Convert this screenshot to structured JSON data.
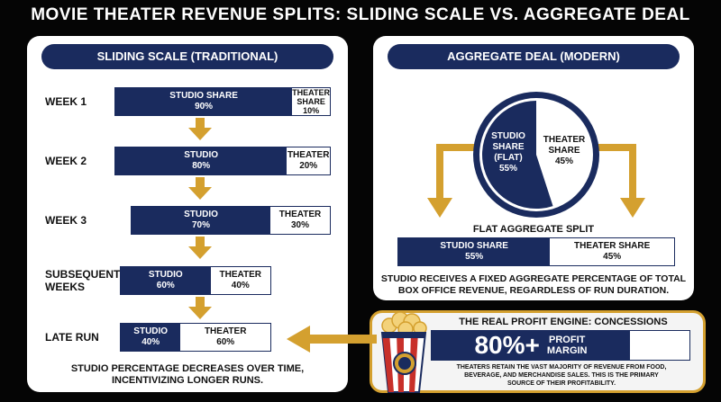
{
  "title": "MOVIE THEATER REVENUE SPLITS: SLIDING SCALE VS. AGGREGATE DEAL",
  "left": {
    "header": "SLIDING SCALE (TRADITIONAL)",
    "rows": [
      {
        "label": "WEEK 1",
        "studio_label": "STUDIO SHARE",
        "studio_pct": "90%",
        "theater_label": "THEATER SHARE",
        "theater_pct": "10%",
        "studio_share": 0.9
      },
      {
        "label": "WEEK 2",
        "studio_label": "STUDIO",
        "studio_pct": "80%",
        "theater_label": "THEATER",
        "theater_pct": "20%",
        "studio_share": 0.8
      },
      {
        "label": "WEEK 3",
        "studio_label": "STUDIO",
        "studio_pct": "70%",
        "theater_label": "THEATER",
        "theater_pct": "30%",
        "studio_share": 0.7
      },
      {
        "label": "SUBSEQUENT WEEKS",
        "studio_label": "STUDIO",
        "studio_pct": "60%",
        "theater_label": "THEATER",
        "theater_pct": "40%",
        "studio_share": 0.6
      },
      {
        "label": "LATE RUN",
        "studio_label": "STUDIO",
        "studio_pct": "40%",
        "theater_label": "THEATER",
        "theater_pct": "60%",
        "studio_share": 0.4
      }
    ],
    "caption_1": "STUDIO PERCENTAGE DECREASES OVER TIME,",
    "caption_2": "INCENTIVIZING LONGER RUNS."
  },
  "right": {
    "header": "AGGREGATE DEAL (MODERN)",
    "pie": {
      "studio_line1": "STUDIO",
      "studio_line2": "SHARE",
      "studio_line3": "(FLAT)",
      "studio_pct": "55%",
      "theater_line1": "THEATER",
      "theater_line2": "SHARE",
      "theater_pct": "45%",
      "studio_share": 0.55
    },
    "flat_title": "FLAT AGGREGATE SPLIT",
    "bar": {
      "studio_label": "STUDIO SHARE",
      "studio_pct": "55%",
      "theater_label": "THEATER SHARE",
      "theater_pct": "45%",
      "studio_share": 0.55
    },
    "caption_1": "STUDIO RECEIVES A FIXED AGGREGATE PERCENTAGE OF TOTAL",
    "caption_2": "BOX OFFICE REVENUE, REGARDLESS OF RUN DURATION."
  },
  "concessions": {
    "title": "THE REAL PROFIT ENGINE: CONCESSIONS",
    "big_value": "80%+",
    "metric_line1": "PROFIT",
    "metric_line2": "MARGIN",
    "note_1": "THEATERS RETAIN THE VAST MAJORITY OF REVENUE FROM FOOD,",
    "note_2": "BEVERAGE, AND MERCHANDISE SALES. THIS IS THE PRIMARY",
    "note_3": "SOURCE OF THEIR PROFITABILITY."
  },
  "colors": {
    "navy": "#1a2b5e",
    "gold": "#d4a02f",
    "red": "#c8302a"
  }
}
